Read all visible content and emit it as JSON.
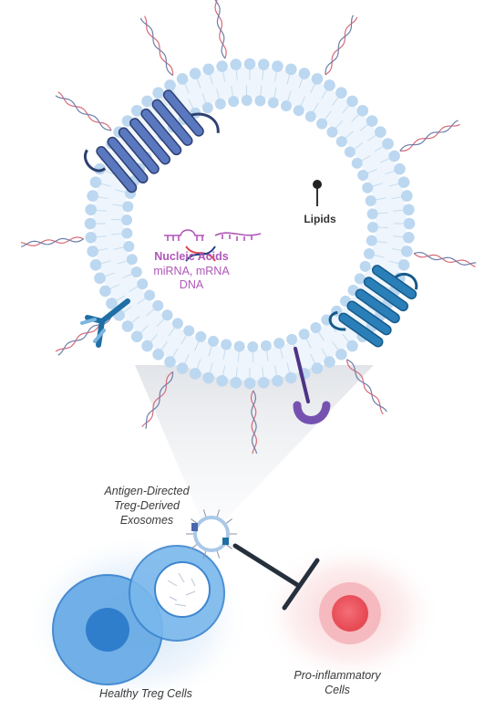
{
  "labels": {
    "lipids": "Lipids",
    "nucleic_acids_title": "Nucleic Acids",
    "nucleic_acids_line1": "miRNA, mRNA",
    "nucleic_acids_line2": "DNA",
    "exosomes_line1": "Antigen-Directed",
    "exosomes_line2": "Treg-Derived",
    "exosomes_line3": "Exosomes",
    "treg_cells": "Healthy Treg Cells",
    "proinflammatory_line1": "Pro-inflammatory",
    "proinflammatory_line2": "Cells"
  },
  "colors": {
    "membrane_head": "#bcd7f0",
    "nucleic_acids_text": "#b057b8",
    "receptor_dark": "#4a66ad",
    "receptor_teal": "#1f6ea5",
    "purple_receptor": "#6c4aa0",
    "treg_cell": "#4f9be0",
    "proinflammatory_cell": "#e94b55"
  },
  "icons": [
    "dna-helix-icon",
    "lipid-icon",
    "mirna-icon",
    "mrna-icon",
    "inhibition-arrow-icon"
  ]
}
